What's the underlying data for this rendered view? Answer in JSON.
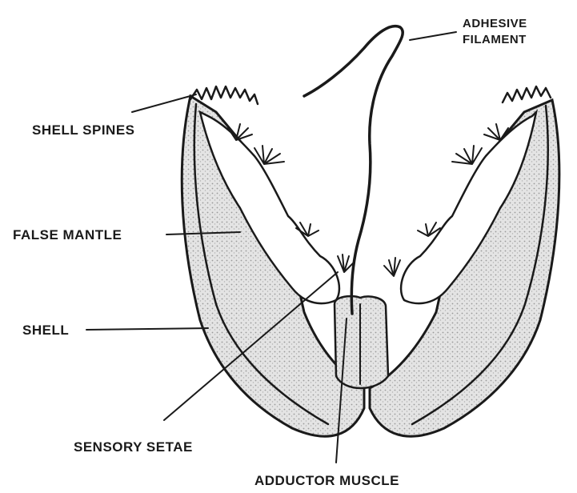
{
  "diagram": {
    "labels": {
      "adhesive_filament_line1": "ADHESIVE",
      "adhesive_filament_line2": "FILAMENT",
      "shell_spines": "SHELL SPINES",
      "false_mantle": "FALSE MANTLE",
      "shell": "SHELL",
      "sensory_setae": "SENSORY SETAE",
      "adductor_muscle": "ADDUCTOR MUSCLE"
    },
    "colors": {
      "ink": "#1a1a1a",
      "stipple": "#c9c9c9",
      "paper": "#ffffff"
    }
  }
}
